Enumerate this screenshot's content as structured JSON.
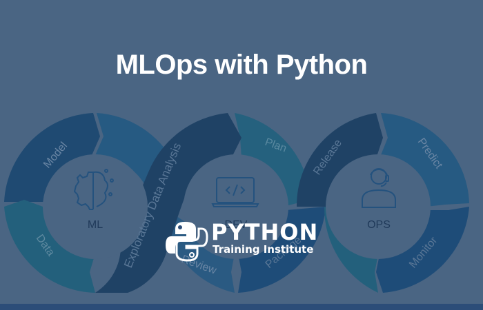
{
  "title": "MLOps with Python",
  "colors": {
    "background": "#4a6583",
    "dark_navy": "#1f4265",
    "mid_blue": "#25567e",
    "teal": "#245f7a",
    "center_text": "#203a5a",
    "bottom_bar": "#2c4d78"
  },
  "cycles": [
    {
      "label": "ML",
      "icon": "brain-gear-icon",
      "segments": [
        "Model",
        "Data"
      ]
    },
    {
      "label": "DEV",
      "icon": "laptop-code-icon",
      "segments": [
        "Exploratory Data Analysis",
        "Plan",
        "Review",
        "Package"
      ]
    },
    {
      "label": "OPS",
      "icon": "support-agent-icon",
      "segments": [
        "Release",
        "Predict",
        "Monitor"
      ]
    }
  ],
  "logo": {
    "name": "PYTHON",
    "tagline": "Training Institute",
    "icon": "python-logo-icon"
  }
}
